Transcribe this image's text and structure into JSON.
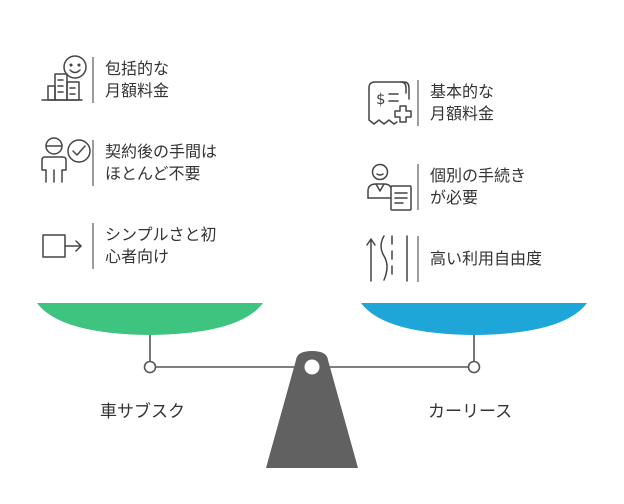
{
  "left": {
    "title": "車サブスク",
    "color": "#3ec47e",
    "features": [
      {
        "icon": "monthly-fee-smile-icon",
        "lines": [
          "包括的な",
          "月額料金"
        ]
      },
      {
        "icon": "person-check-icon",
        "lines": [
          "契約後の手間は",
          "ほとんど不要"
        ]
      },
      {
        "icon": "arrow-exit-icon",
        "lines": [
          "シンプルさと初",
          "心者向け"
        ]
      }
    ]
  },
  "right": {
    "title": "カーリース",
    "color": "#1fa6d9",
    "features": [
      {
        "icon": "receipt-plus-icon",
        "lines": [
          "基本的な",
          "月額料金"
        ]
      },
      {
        "icon": "person-document-icon",
        "lines": [
          "個別の手続き",
          "が必要"
        ]
      },
      {
        "icon": "road-lanes-icon",
        "lines": [
          "高い利用自由度"
        ]
      }
    ]
  }
}
